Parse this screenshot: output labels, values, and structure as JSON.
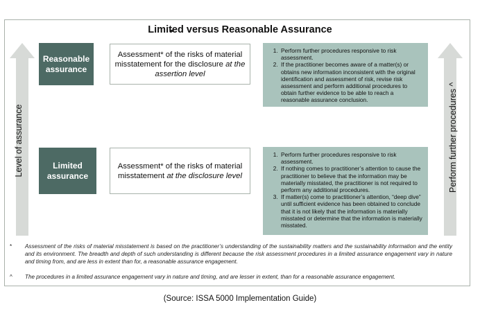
{
  "title": "Limited versus Reasonable Assurance",
  "left_axis_label": "Level of assurance",
  "right_axis_label": "Perform further procedures ^",
  "rows": {
    "reasonable": {
      "level_label": "Reasonable assurance",
      "assessment_plain": "Assessment* of the risks of material misstatement for the disclosure",
      "assessment_italic": "at the assertion level",
      "procedures": [
        "Perform further procedures responsive to risk assessment.",
        "If the practitioner becomes aware of a matter(s) or obtains new information inconsistent with the original identification and assessment of risk, revise risk assessment and perform additional procedures to obtain further evidence to be able to reach a reasonable assurance conclusion."
      ]
    },
    "limited": {
      "level_label": "Limited assurance",
      "assessment_plain": "Assessment* of the risks of material misstatement",
      "assessment_italic": "at the disclosure level",
      "procedures": [
        "Perform further procedures responsive to risk assessment.",
        "If nothing comes to practitioner’s attention to cause the practitioner to believe that the information may be materially misstated, the practitioner is not required to perform any additional procedures.",
        "If matter(s) come to practitioner’s attention, “deep dive” until sufficient evidence has been obtained to conclude that it is not likely that the information is materially misstated or determine that the information is materially misstated."
      ]
    }
  },
  "footnotes": [
    {
      "symbol": "*",
      "text": "Assessment of the risks of material misstatement is based on the practitioner’s understanding of the sustainability matters and the sustainability information and the entity and its environment. The breadth and depth of such understanding is different because the risk assessment procedures in a limited assurance engagement vary in nature and timing from, and are less in extent than for, a reasonable assurance engagement."
    },
    {
      "symbol": "^",
      "text": "The procedures in a limited assurance engagement vary in nature and timing, and are lesser in extent, than for a reasonable assurance engagement."
    }
  ],
  "source": "(Source: ISSA 5000 Implementation Guide)",
  "colors": {
    "level_box": "#4d6a64",
    "procedures_box": "#a9c3bc",
    "arrow": "#d7dad7",
    "frame": "#a9b1aa"
  }
}
